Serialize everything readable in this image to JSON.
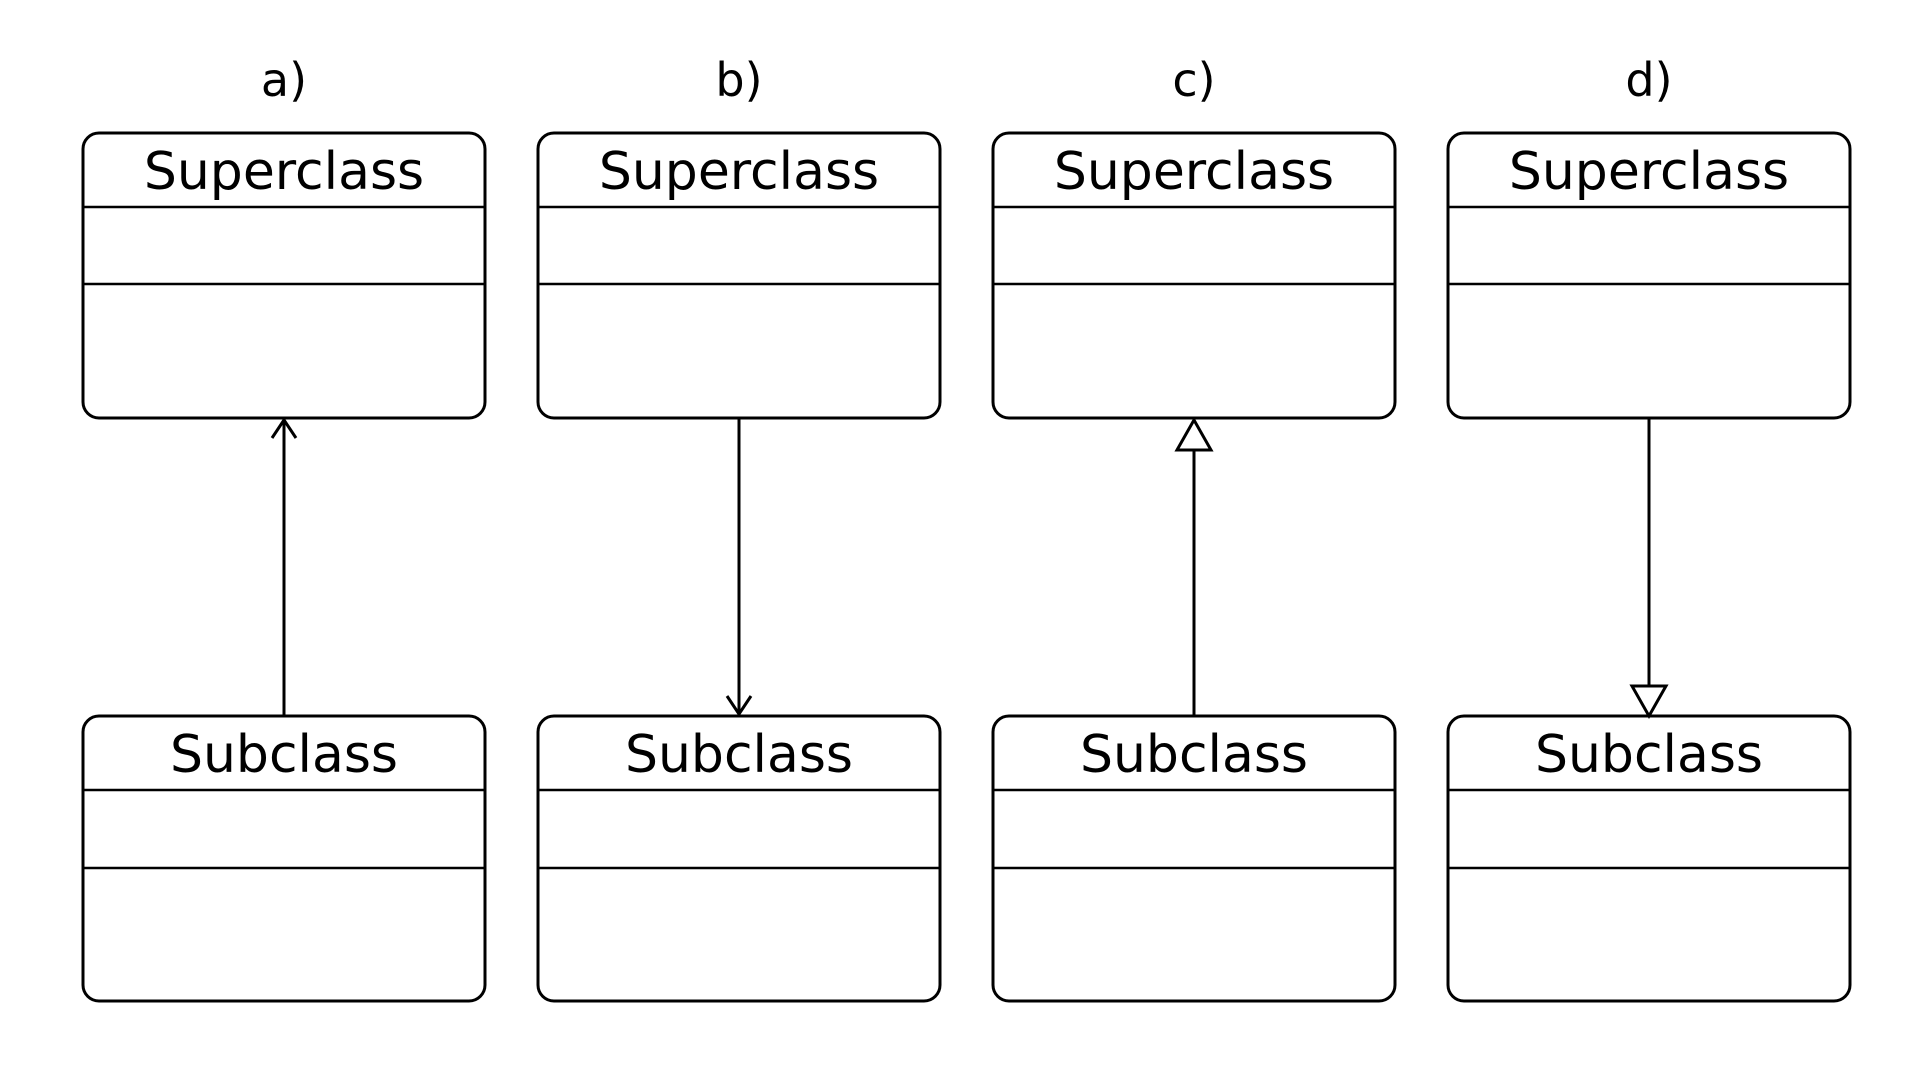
{
  "colors": {
    "background": "#ffffff",
    "line": "#000000"
  },
  "panels": [
    {
      "label": "a)",
      "superclass": {
        "name": "Superclass"
      },
      "subclass": {
        "name": "Subclass"
      },
      "relationship": {
        "direction": "subclass-to-superclass",
        "arrowhead": "open"
      }
    },
    {
      "label": "b)",
      "superclass": {
        "name": "Superclass"
      },
      "subclass": {
        "name": "Subclass"
      },
      "relationship": {
        "direction": "superclass-to-subclass",
        "arrowhead": "open"
      }
    },
    {
      "label": "c)",
      "superclass": {
        "name": "Superclass"
      },
      "subclass": {
        "name": "Subclass"
      },
      "relationship": {
        "direction": "subclass-to-superclass",
        "arrowhead": "hollow-triangle"
      }
    },
    {
      "label": "d)",
      "superclass": {
        "name": "Superclass"
      },
      "subclass": {
        "name": "Subclass"
      },
      "relationship": {
        "direction": "superclass-to-subclass",
        "arrowhead": "hollow-triangle"
      }
    }
  ]
}
